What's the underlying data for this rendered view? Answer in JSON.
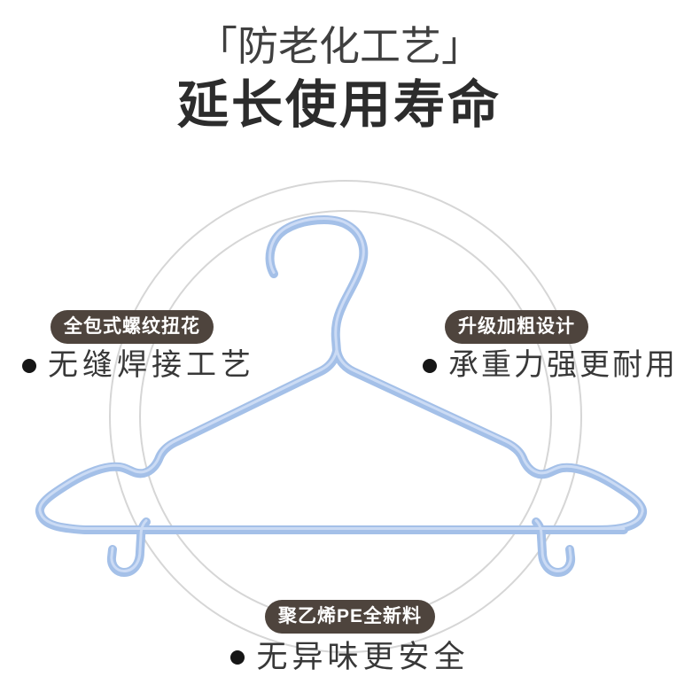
{
  "page": {
    "subtitle": "「防老化工艺」",
    "title": "延长使用寿命"
  },
  "features": {
    "left": {
      "badge": "全包式螺纹扭花",
      "text": "无缝焊接工艺"
    },
    "right": {
      "badge": "升级加粗设计",
      "text": "承重力强更耐用"
    },
    "bottom": {
      "badge": "聚乙烯PE全新料",
      "text": "无异味更安全"
    }
  },
  "icons": {
    "bullet": "filled-circle-dot"
  },
  "illustration": {
    "subject": "light-blue-coated-wire-clothes-hanger-with-trouser-bar-and-two-bottom-hooks",
    "hanger_color": "#a4c0e8",
    "hanger_highlight": "#d0def6",
    "guide_circle_color": "#d6d6d6"
  },
  "colors": {
    "page_background": "#ffffff",
    "title_text": "#2c2c2c",
    "subtitle_text": "#404040",
    "body_text": "#383838",
    "badge_background": "#4e443d",
    "badge_text": "#ffffff",
    "bullet_dot": "#161616"
  }
}
